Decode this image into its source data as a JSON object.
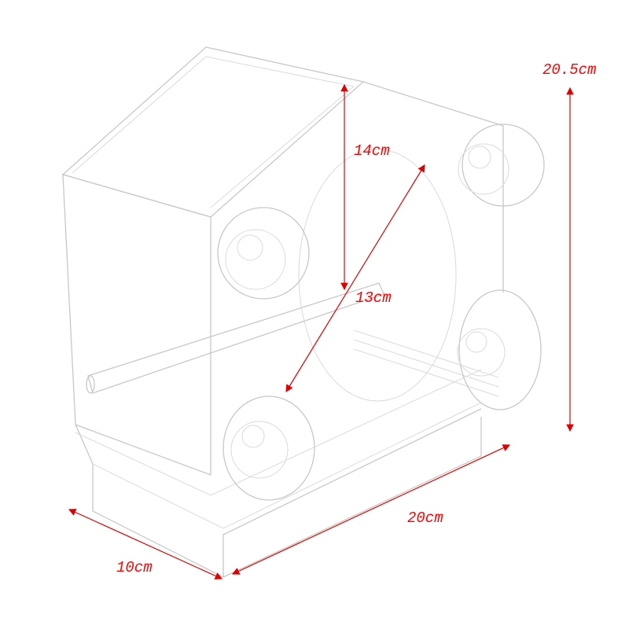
{
  "dimensions": {
    "height_total": "20.5cm",
    "roof_height": "14cm",
    "cup_diagonal": "13cm",
    "length": "20cm",
    "depth": "10cm"
  },
  "colors": {
    "dimension": "#ff0000",
    "outline": "#c8c8c8"
  }
}
